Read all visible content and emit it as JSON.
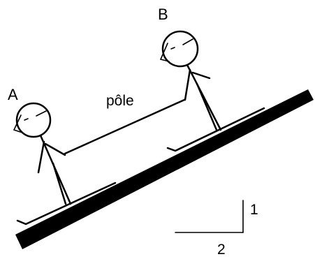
{
  "labels": {
    "skier_a": "A",
    "skier_b": "B",
    "pole": "pôle",
    "slope_rise": "1",
    "slope_run": "2"
  }
}
